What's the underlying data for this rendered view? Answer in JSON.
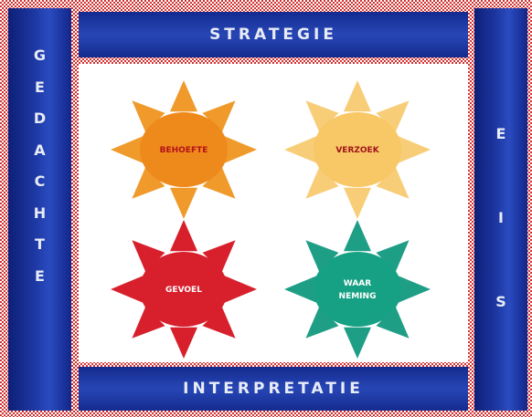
{
  "top_label": "STRATEGIE",
  "bottom_label": "INTERPRETATIE",
  "left_letters": [
    "G",
    "E",
    "D",
    "A",
    "C",
    "H",
    "T",
    "E"
  ],
  "right_letters": [
    "E",
    "I",
    "S"
  ],
  "suns": [
    {
      "label_lines": [
        "BEHOEFTE"
      ],
      "ray_color": "#ef9a2a",
      "body_color": "#ee8a1c",
      "text_color": "#b3121a"
    },
    {
      "label_lines": [
        "VERZOEK"
      ],
      "ray_color": "#f8cd78",
      "body_color": "#f8c766",
      "text_color": "#a0141a"
    },
    {
      "label_lines": [
        "GEVOEL"
      ],
      "ray_color": "#d8202c",
      "body_color": "#d8202c",
      "text_color": "#ffffff"
    },
    {
      "label_lines": [
        "WAAR",
        "NEMING"
      ],
      "ray_color": "#1f9e86",
      "body_color": "#17a184",
      "text_color": "#ffffff"
    }
  ]
}
